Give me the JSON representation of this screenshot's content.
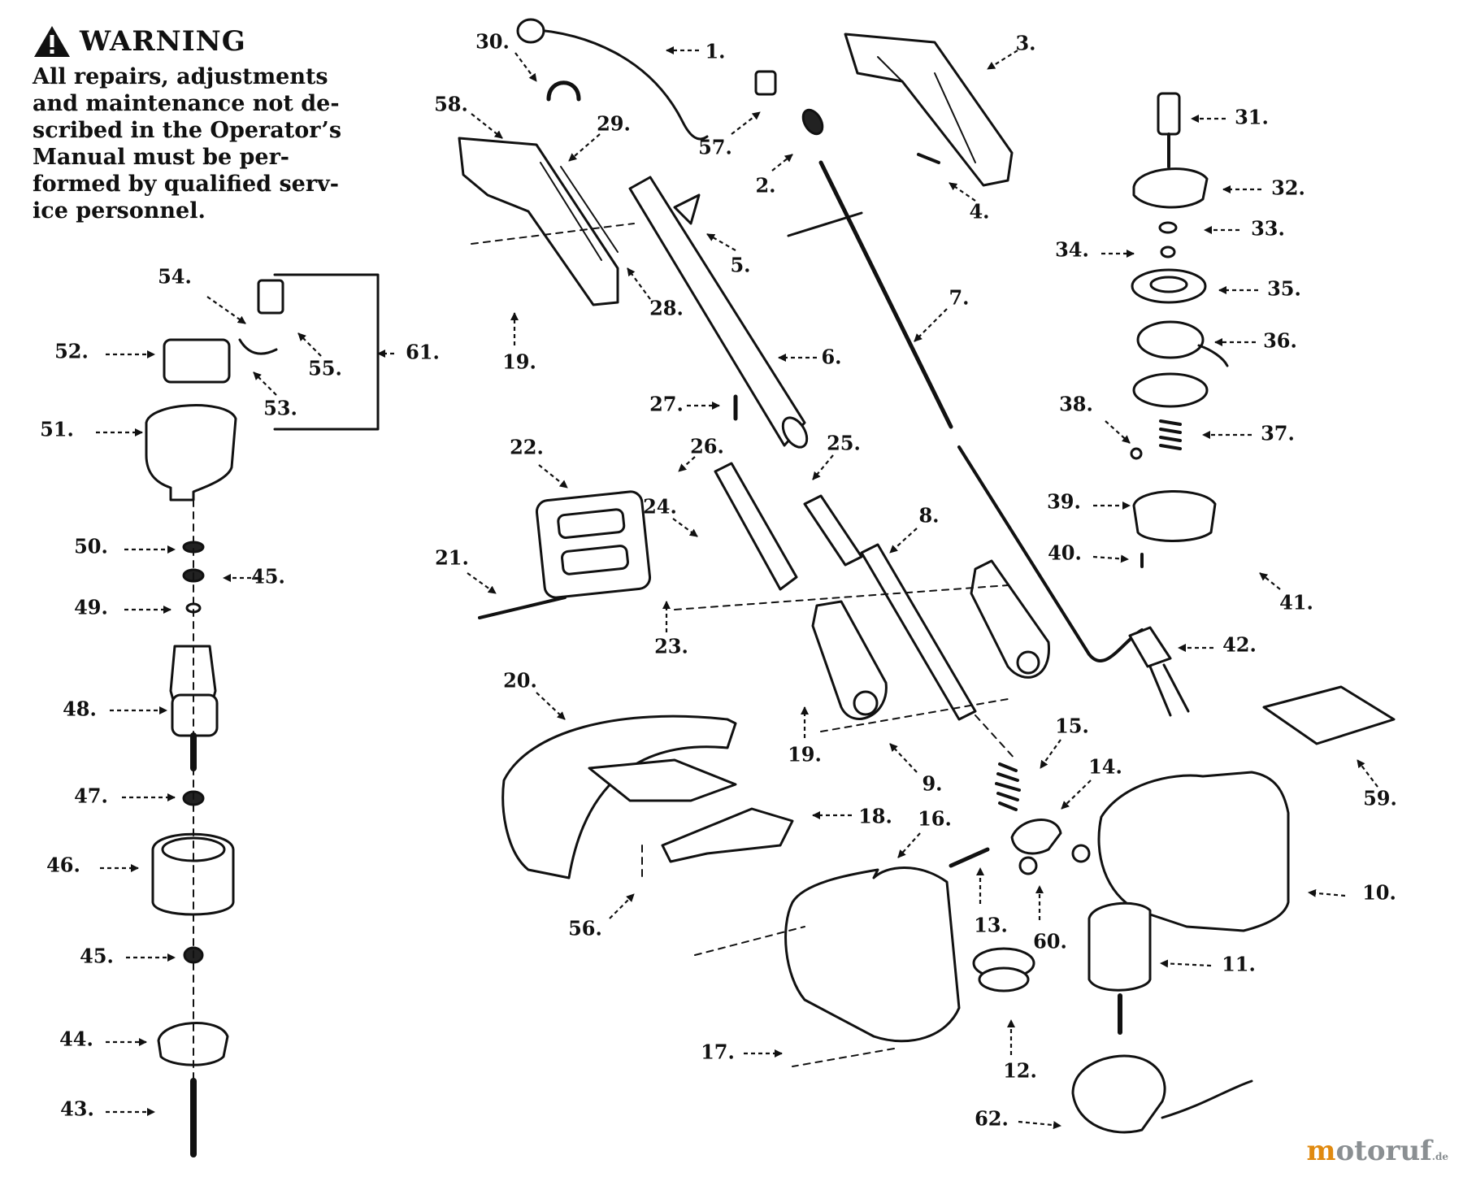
{
  "warning": {
    "heading": "WARNING",
    "lines": [
      "All repairs, adjustments",
      "and maintenance not de-",
      "scribed in the Operator’s",
      "Manual must be per-",
      "formed by qualified serv-",
      "ice personnel."
    ]
  },
  "brand": {
    "name_a": "m",
    "name_b": "otoruf",
    "suffix": ".de"
  },
  "callouts": [
    "1.",
    "2.",
    "3.",
    "4.",
    "5.",
    "6.",
    "7.",
    "8.",
    "9.",
    "10.",
    "11.",
    "12.",
    "13.",
    "14.",
    "15.",
    "16.",
    "17.",
    "18.",
    "19.",
    "19.",
    "20.",
    "21.",
    "22.",
    "23.",
    "24.",
    "25.",
    "26.",
    "27.",
    "28.",
    "29.",
    "30.",
    "31.",
    "32.",
    "33.",
    "34.",
    "35.",
    "36.",
    "37.",
    "38.",
    "39.",
    "40.",
    "41.",
    "42.",
    "43.",
    "44.",
    "45.",
    "45.",
    "46.",
    "47.",
    "48.",
    "49.",
    "50.",
    "51.",
    "52.",
    "53.",
    "54.",
    "55.",
    "56.",
    "57.",
    "58.",
    "59.",
    "60.",
    "61.",
    "62."
  ]
}
